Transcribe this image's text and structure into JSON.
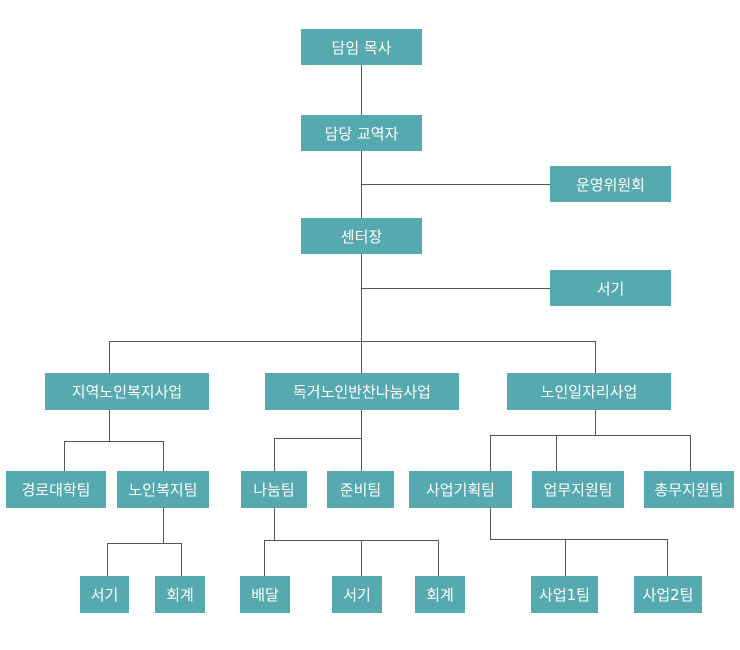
{
  "colors": {
    "box": "#56a9ae",
    "line": "#555555",
    "text": "#ffffff"
  },
  "nodes": {
    "head_pastor": "담임 목사",
    "pastor_in_charge": "담당 교역자",
    "steering_committee": "운영위원회",
    "center_director": "센터장",
    "secretary_main": "서기",
    "regional_welfare": "지역노인복지사업",
    "meal_sharing": "독거노인반찬나눔사업",
    "jobs": "노인일자리사업",
    "senior_college": "경로대학팀",
    "welfare_team": "노인복지팀",
    "sharing_team": "나눔팀",
    "prep_team": "준비팀",
    "project_planning": "사업기획팀",
    "business_support": "업무지원팀",
    "general_support": "총무지원팀",
    "welfare_secretary": "서기",
    "welfare_accounting": "회계",
    "delivery": "배달",
    "sharing_secretary": "서기",
    "sharing_accounting": "회계",
    "project_team_1": "사업1팀",
    "project_team_2": "사업2팀"
  }
}
